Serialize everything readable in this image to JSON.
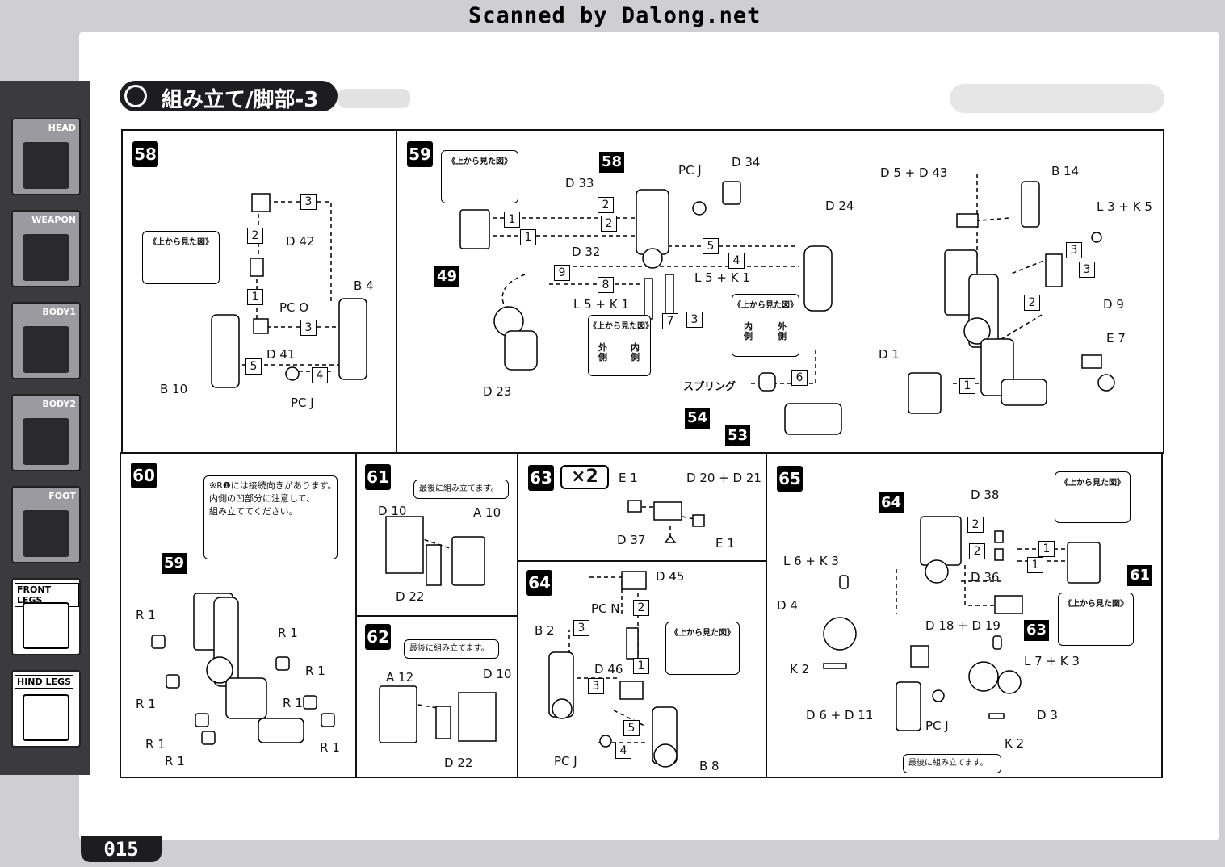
{
  "header": {
    "scan_credit": "Scanned by Dalong.net",
    "section_title": "組み立て/脚部-3",
    "page_number": "015"
  },
  "sidebar": {
    "items": [
      {
        "label": "HEAD",
        "active": false
      },
      {
        "label": "WEAPON",
        "active": false
      },
      {
        "label": "BODY1",
        "active": false
      },
      {
        "label": "BODY2",
        "active": false
      },
      {
        "label": "FOOT",
        "active": false
      },
      {
        "label": "FRONT LEGS",
        "active": true
      },
      {
        "label": "HIND LEGS",
        "active": true
      }
    ]
  },
  "common": {
    "top_view": "《上から見た図》",
    "assemble_last": "最後に組み立てます。",
    "outer": "外側",
    "inner": "内側",
    "spring": "スプリング"
  },
  "steps": {
    "s58": {
      "number": "58",
      "parts": [
        "D 42",
        "PC O",
        "B 4",
        "D 41",
        "B 10",
        "PC J"
      ],
      "steps": [
        "1",
        "2",
        "3",
        "3",
        "4",
        "5"
      ]
    },
    "s59": {
      "number": "59",
      "refs": [
        "58",
        "49",
        "54",
        "53"
      ],
      "parts": [
        "D 33",
        "D 32",
        "PC J",
        "D 34",
        "D 24",
        "L 5 + K 1",
        "L 5 + K 1",
        "D 23"
      ],
      "steps": [
        "1",
        "1",
        "2",
        "2",
        "3",
        "4",
        "5",
        "6",
        "7",
        "8",
        "9"
      ]
    },
    "s59b": {
      "parts": [
        "D 5 + D 43",
        "B 14",
        "L 3 + K 5",
        "D 9",
        "E 7",
        "D 1"
      ],
      "steps": [
        "1",
        "2",
        "3",
        "3"
      ]
    },
    "s60": {
      "number": "60",
      "note": [
        "※R❶には接続向きがあります。",
        "内側の凹部分に注意して、",
        "組み立ててください。"
      ],
      "ref": "59",
      "parts": [
        "R 1",
        "R 1",
        "R 1",
        "R 1",
        "R 1",
        "R 1",
        "R 1",
        "R 1"
      ]
    },
    "s61": {
      "number": "61",
      "parts": [
        "D 10",
        "A 10",
        "D 22"
      ]
    },
    "s62": {
      "number": "62",
      "parts": [
        "A 12",
        "D 10",
        "D 22"
      ]
    },
    "s63": {
      "number": "63",
      "multiplier": "×2",
      "parts": [
        "E 1",
        "D 20 + D 21",
        "D 37",
        "E 1"
      ]
    },
    "s64": {
      "number": "64",
      "parts": [
        "D 45",
        "PC N",
        "B 2",
        "D 46",
        "PC J",
        "B 8"
      ],
      "steps": [
        "1",
        "2",
        "3",
        "3",
        "4",
        "5"
      ]
    },
    "s65": {
      "number": "65",
      "refs": [
        "64",
        "61",
        "63"
      ],
      "parts": [
        "D 38",
        "D 36",
        "L 6 + K 3",
        "D 4",
        "K 2",
        "D 18 + D 19",
        "L 7 + K 3",
        "D 6 + D 11",
        "PC J",
        "D 3",
        "K 2"
      ],
      "steps": [
        "1",
        "1",
        "2",
        "2"
      ]
    }
  }
}
